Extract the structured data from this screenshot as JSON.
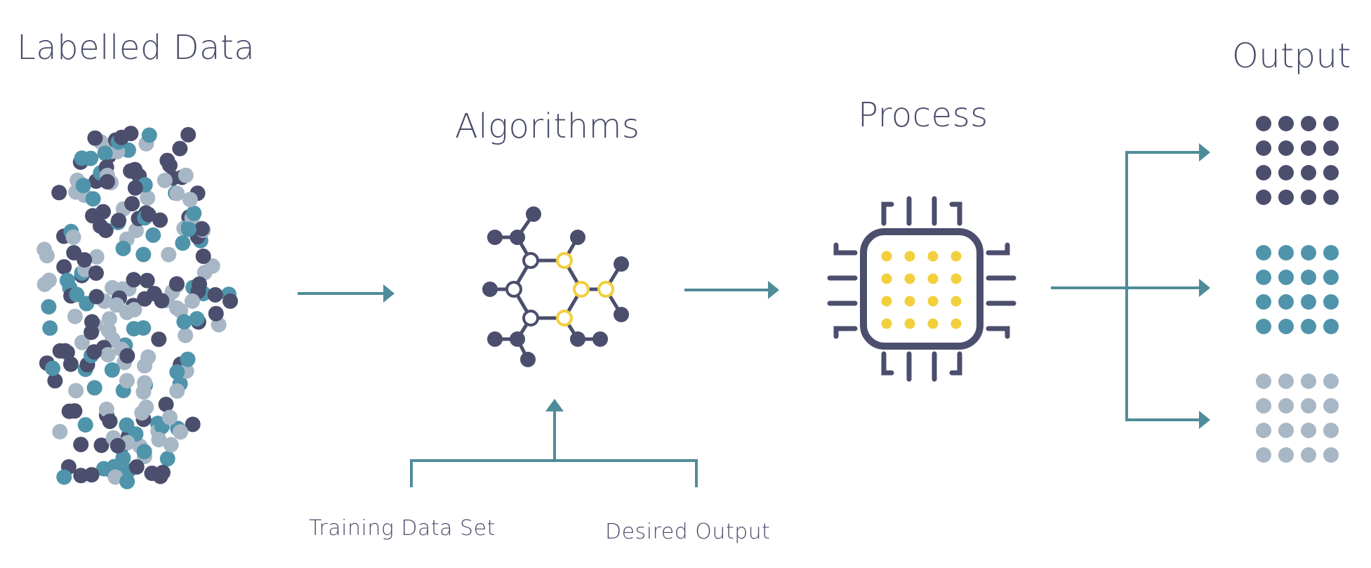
{
  "labels": {
    "labelled_data": "Labelled Data",
    "algorithms": "Algorithms",
    "process": "Process",
    "output": "Output",
    "training_data_set": "Training Data Set",
    "desired_output": "Desired Output"
  },
  "colors": {
    "navy": "#4b4e6d",
    "teal": "#4f94ab",
    "gray": "#a8b7c5",
    "arrow": "#4f8c99",
    "yellow": "#f2cf3d",
    "text": "#4a4e6a"
  },
  "icons": {
    "algorithms": "molecule-network-icon",
    "process": "cpu-chip-icon"
  }
}
